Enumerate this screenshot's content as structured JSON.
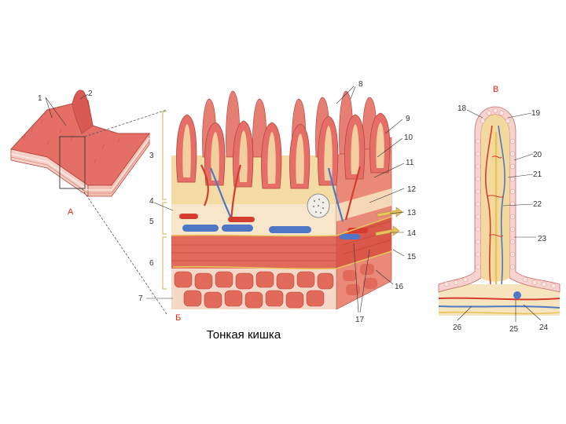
{
  "panels": {
    "a": "А",
    "b": "Б",
    "v": "В"
  },
  "caption": "Тонкая кишка",
  "labels": [
    "1",
    "2",
    "3",
    "4",
    "5",
    "6",
    "7",
    "8",
    "9",
    "10",
    "11",
    "12",
    "13",
    "14",
    "15",
    "16",
    "17",
    "18",
    "19",
    "20",
    "21",
    "22",
    "23",
    "24",
    "25",
    "26"
  ],
  "colors": {
    "mucosa": "#e56f66",
    "mucosa_dark": "#c8463e",
    "submucosa": "#f4dba4",
    "muscle": "#e26a5a",
    "vein": "#4f77c6",
    "artery": "#d63b2f",
    "nerve": "#e7c35a",
    "epithelium": "#f7d3cf",
    "panel_label": "#e1261c"
  }
}
